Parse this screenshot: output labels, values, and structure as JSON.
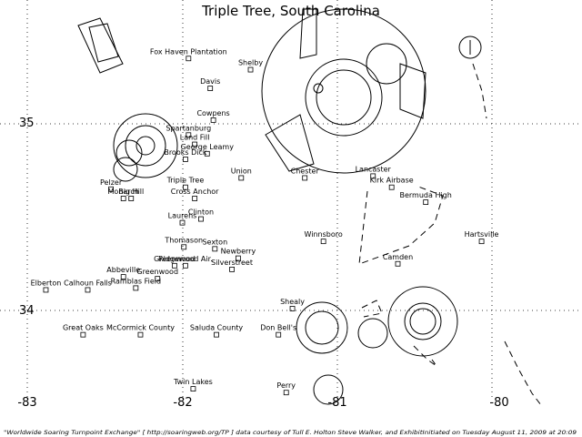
{
  "title": "Triple Tree, South Carolina",
  "footer": "\"Worldwide Soaring Turnpoint Exchange\" [ http://soaringweb.org/TP ] data courtesy of Tull E. Holton Steve Walker, and ExhibitInitiated on Tuesday August 11, 2009 at 20:09",
  "axes": {
    "lon_labels": [
      "-83",
      "-82",
      "-81",
      "-80"
    ],
    "lat_labels": [
      "35",
      "34"
    ]
  },
  "places": [
    {
      "name": "Fox Haven Plantation",
      "lon": -81.96,
      "lat": 35.35
    },
    {
      "name": "Shelby",
      "lon": -81.56,
      "lat": 35.29
    },
    {
      "name": "Davis",
      "lon": -81.82,
      "lat": 35.19
    },
    {
      "name": "Cowpens",
      "lon": -81.8,
      "lat": 35.02
    },
    {
      "name": "Spartanburg",
      "lon": -81.96,
      "lat": 34.94
    },
    {
      "name": "Land Fill",
      "lon": -81.92,
      "lat": 34.89
    },
    {
      "name": "George Leamy",
      "lon": -81.84,
      "lat": 34.84
    },
    {
      "name": "Brooks Dick",
      "lon": -81.98,
      "lat": 34.81
    },
    {
      "name": "Triple Tree",
      "lon": -81.98,
      "lat": 34.66
    },
    {
      "name": "Union",
      "lon": -81.62,
      "lat": 34.71
    },
    {
      "name": "Pelzer",
      "lon": -82.46,
      "lat": 34.65
    },
    {
      "name": "Monarch",
      "lon": -82.38,
      "lat": 34.6
    },
    {
      "name": "Big Hill",
      "lon": -82.33,
      "lat": 34.6
    },
    {
      "name": "Cross Anchor",
      "lon": -81.92,
      "lat": 34.6
    },
    {
      "name": "Clinton",
      "lon": -81.88,
      "lat": 34.49
    },
    {
      "name": "Laurens",
      "lon": -82.0,
      "lat": 34.47
    },
    {
      "name": "Thomason",
      "lon": -81.99,
      "lat": 34.34
    },
    {
      "name": "Sexton",
      "lon": -81.79,
      "lat": 34.33
    },
    {
      "name": "Newberry",
      "lon": -81.64,
      "lat": 34.28
    },
    {
      "name": "Ridgewood Air.",
      "lon": -81.98,
      "lat": 34.24
    },
    {
      "name": "Silverstreet",
      "lon": -81.68,
      "lat": 34.22
    },
    {
      "name": "Greenwood",
      "lon": -82.16,
      "lat": 34.17
    },
    {
      "name": "Abbeville",
      "lon": -82.38,
      "lat": 34.18
    },
    {
      "name": "Elberton",
      "lon": -82.88,
      "lat": 34.11
    },
    {
      "name": "Calhoun Falls",
      "lon": -82.61,
      "lat": 34.11
    },
    {
      "name": "Ramblas Field",
      "lon": -82.3,
      "lat": 34.12
    },
    {
      "name": "Greenwood",
      "lon": -82.05,
      "lat": 34.24
    },
    {
      "name": "Chester",
      "lon": -81.21,
      "lat": 34.71
    },
    {
      "name": "Lancaster",
      "lon": -80.77,
      "lat": 34.72
    },
    {
      "name": "Kirk Airbase",
      "lon": -80.65,
      "lat": 34.66
    },
    {
      "name": "Bermuda High",
      "lon": -80.43,
      "lat": 34.58
    },
    {
      "name": "Winnsboro",
      "lon": -81.09,
      "lat": 34.37
    },
    {
      "name": "Camden",
      "lon": -80.61,
      "lat": 34.25
    },
    {
      "name": "Hartsville",
      "lon": -80.07,
      "lat": 34.37
    },
    {
      "name": "Shealy",
      "lon": -81.29,
      "lat": 34.01
    },
    {
      "name": "Don Bell's",
      "lon": -81.38,
      "lat": 33.87
    },
    {
      "name": "Great Oaks",
      "lon": -82.64,
      "lat": 33.87
    },
    {
      "name": "McCormick County",
      "lon": -82.27,
      "lat": 33.87
    },
    {
      "name": "Saluda County",
      "lon": -81.78,
      "lat": 33.87
    },
    {
      "name": "Twin Lakes",
      "lon": -81.93,
      "lat": 33.58
    },
    {
      "name": "Perry",
      "lon": -81.33,
      "lat": 33.56
    }
  ]
}
